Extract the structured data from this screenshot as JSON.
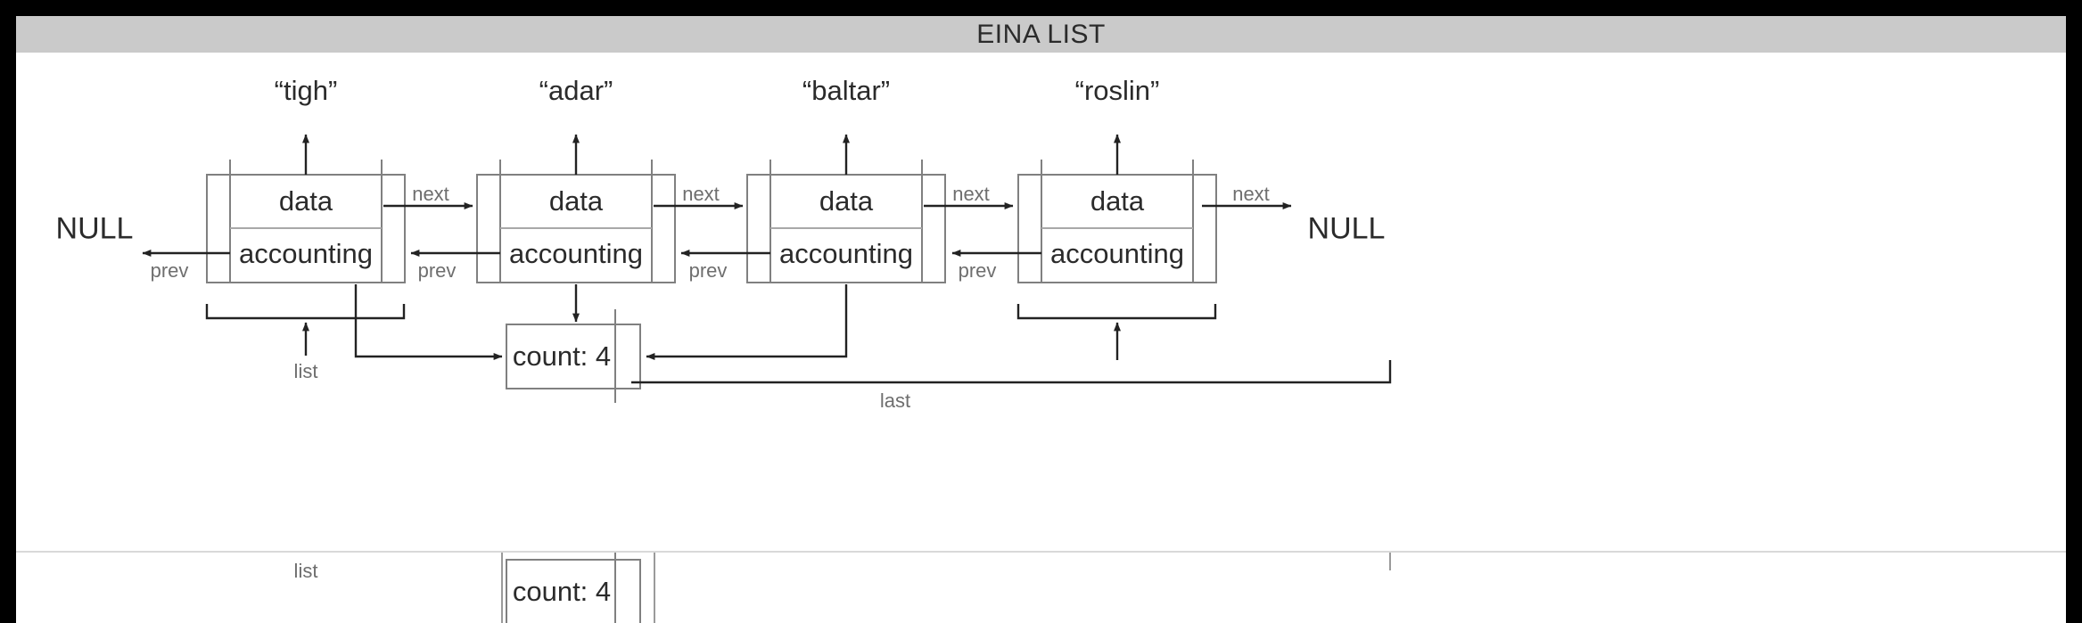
{
  "window": {
    "title": "EINA LIST",
    "titlebar_color": "#cacaca",
    "background_color": "#ffffff",
    "outer_color": "#000000",
    "line_color": "#808080",
    "arrow_color": "#222222",
    "pointer_label_color": "#6e6e6e"
  },
  "diagram": {
    "nodes": [
      {
        "string": "“tigh”",
        "data_label": "data",
        "accounting_label": "accounting",
        "next_label": "next",
        "prev_label": "prev"
      },
      {
        "string": "“adar”",
        "data_label": "data",
        "accounting_label": "accounting",
        "next_label": "next",
        "prev_label": "prev"
      },
      {
        "string": "“baltar”",
        "data_label": "data",
        "accounting_label": "accounting",
        "next_label": "next",
        "prev_label": "prev"
      },
      {
        "string": "“roslin”",
        "data_label": "data",
        "accounting_label": "accounting",
        "next_label": "next",
        "prev_label": "prev"
      }
    ],
    "null_left": "NULL",
    "null_right": "NULL",
    "accounting_struct": {
      "count_label": "count: 4",
      "count_value": 4,
      "list_label": "list",
      "last_label": "last"
    }
  },
  "diagram_partial": {
    "list_label": "list",
    "count_label": "count: 4"
  }
}
